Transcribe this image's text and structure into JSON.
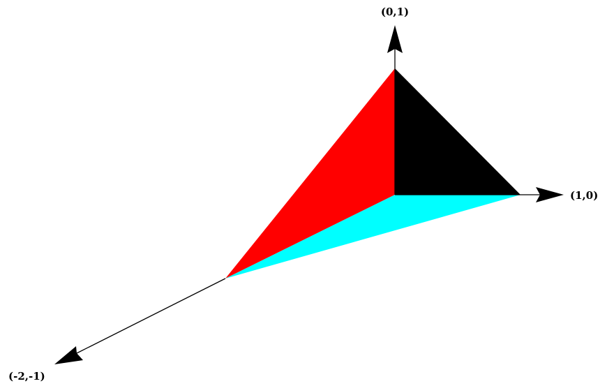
{
  "diagram": {
    "axis_labels": {
      "up": "(0,1)",
      "right": "(1,0)",
      "down_left": "(-2,-1)"
    },
    "colors": {
      "background": "#ffffff",
      "face_left": "#ff0000",
      "face_right": "#000000",
      "face_bottom": "#00ffff",
      "axis": "#000000"
    }
  }
}
